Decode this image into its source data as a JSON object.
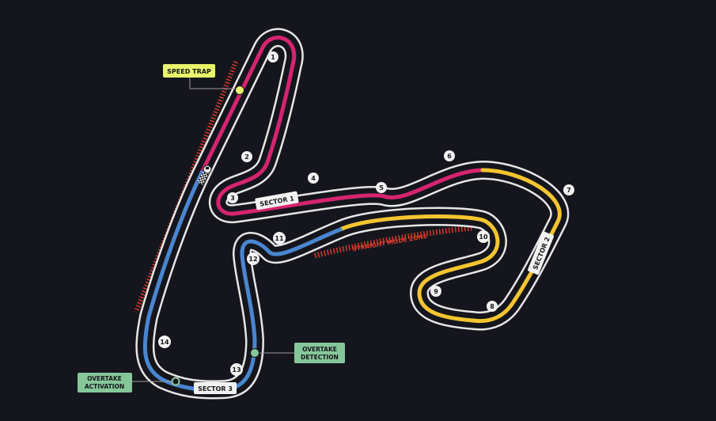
{
  "colors": {
    "background": "#15161d",
    "track_outline": "#e6e6e6",
    "sector1": "#d6246e",
    "sector2": "#f4c531",
    "sector3": "#4a86d0",
    "straight_mode": "#d93a2b",
    "speed_trap_bg": "#e9f56b",
    "overtake_bg": "#86c79a",
    "label_text": "#16161c"
  },
  "labels": {
    "speed_trap": "SPEED TRAP",
    "sector1": "SECTOR 1",
    "sector2": "SECTOR 2",
    "sector3": "SECTOR 3",
    "straight_mode_zone": "STRAIGHT MODE ZONE",
    "overtake_detection": [
      "OVERTAKE",
      "DETECTION"
    ],
    "overtake_activation": [
      "OVERTAKE",
      "ACTIVATION"
    ]
  },
  "turns": [
    "1",
    "2",
    "3",
    "4",
    "5",
    "6",
    "7",
    "8",
    "9",
    "10",
    "11",
    "12",
    "13",
    "14"
  ]
}
